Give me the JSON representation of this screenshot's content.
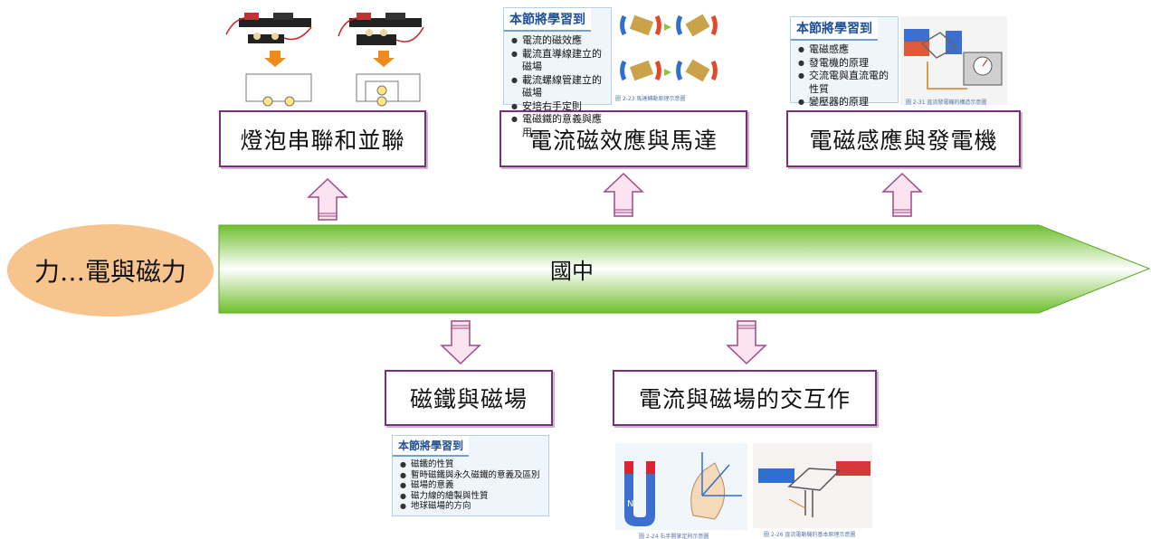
{
  "bubble": {
    "text": "力…電與磁力"
  },
  "timeline": {
    "label": "國中"
  },
  "topics": [
    {
      "text": "燈泡串聯和並聯"
    },
    {
      "text": "電流磁效應與馬達"
    },
    {
      "text": "電磁感應與發電機"
    },
    {
      "text": "磁鐵與磁場"
    },
    {
      "text": "電流與磁場的交互作"
    }
  ],
  "panel_magnet": {
    "title": "本節將學習到",
    "items": [
      "電流的磁效應",
      "載流直導線建立的磁場",
      "載流螺線管建立的磁場",
      "安培右手定則",
      "電磁鐵的意義與應用"
    ],
    "caption": "圖 2-23 馬達轉動原理示意圖"
  },
  "panel_induction": {
    "title": "本節將學習到",
    "items": [
      "電磁感應",
      "發電機的原理",
      "交流電與直流電的性質",
      "變壓器的原理"
    ],
    "caption": "圖 2-31 直流發電機的構造示意圖"
  },
  "panel_field": {
    "title": "本節將學習到",
    "items": [
      "磁鐵的性質",
      "暫時磁鐵與永久磁鐵的意義及區別",
      "磁場的意義",
      "磁力線的繪製與性質",
      "地球磁場的方向"
    ]
  },
  "captions": {
    "right_hand": "圖 2-24 右手開掌定則示意圖",
    "motor": "圖 2-26 直流電動機的基本原理示意圖"
  },
  "colors": {
    "box_border": "#7b2d7f",
    "bubble": "#f8c48e",
    "arrow_gradient_start": "#ffffff",
    "arrow_gradient_end": "#6fbf2e",
    "up_down_arrow_fill": "#fbe3f0",
    "up_down_arrow_stroke": "#9e4a86"
  }
}
